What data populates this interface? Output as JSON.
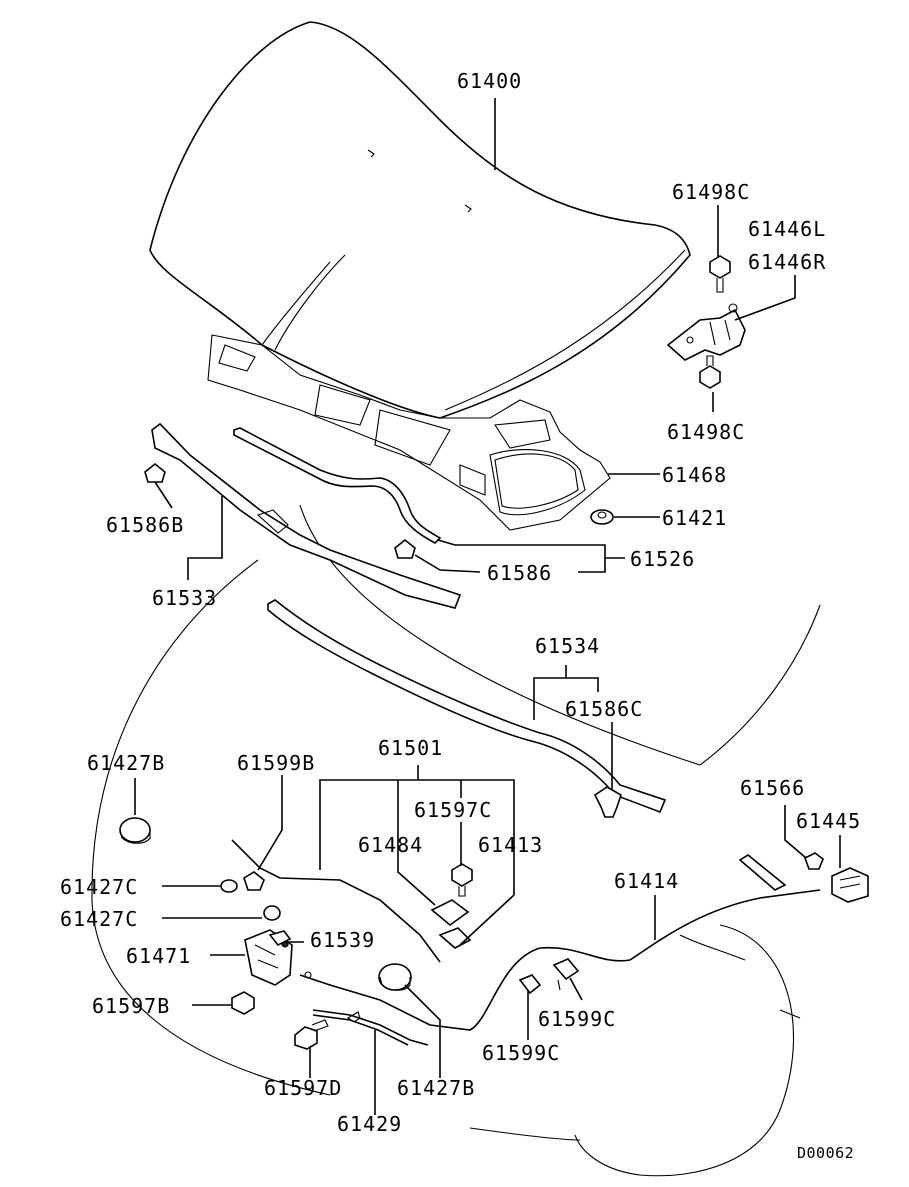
{
  "diagram": {
    "drawing_code": "D00062",
    "callouts": [
      {
        "id": "hood_panel",
        "text": "61400"
      },
      {
        "id": "hinge_bolt_top",
        "text": "61498C"
      },
      {
        "id": "hinge_left",
        "text": "61446L"
      },
      {
        "id": "hinge_right",
        "text": "61446R"
      },
      {
        "id": "hinge_bolt_bottom",
        "text": "61498C"
      },
      {
        "id": "hood_insulator",
        "text": "61468"
      },
      {
        "id": "bumper_rubber",
        "text": "61421"
      },
      {
        "id": "weatherstrip_assy",
        "text": "61526"
      },
      {
        "id": "clip_61586",
        "text": "61586"
      },
      {
        "id": "clip_61586b",
        "text": "61586B"
      },
      {
        "id": "seal_61533",
        "text": "61533"
      },
      {
        "id": "seal_61534",
        "text": "61534"
      },
      {
        "id": "clip_61586c",
        "text": "61586C"
      },
      {
        "id": "cushion_61427b_left",
        "text": "61427B"
      },
      {
        "id": "clip_61599b",
        "text": "61599B"
      },
      {
        "id": "cable_assy_61501",
        "text": "61501"
      },
      {
        "id": "bolt_61597c",
        "text": "61597C"
      },
      {
        "id": "part_61484",
        "text": "61484"
      },
      {
        "id": "part_61413",
        "text": "61413"
      },
      {
        "id": "cushion_61427c_top",
        "text": "61427C"
      },
      {
        "id": "cushion_61427c_bottom",
        "text": "61427C"
      },
      {
        "id": "part_61539",
        "text": "61539"
      },
      {
        "id": "latch_61471",
        "text": "61471"
      },
      {
        "id": "bolt_61597b",
        "text": "61597B"
      },
      {
        "id": "bolt_61597d",
        "text": "61597D"
      },
      {
        "id": "prop_rod_61429",
        "text": "61429"
      },
      {
        "id": "cushion_61427b_right",
        "text": "61427B"
      },
      {
        "id": "clip_61599c_left",
        "text": "61599C"
      },
      {
        "id": "clip_61599c_right",
        "text": "61599C"
      },
      {
        "id": "cable_61414",
        "text": "61414"
      },
      {
        "id": "screw_61566",
        "text": "61566"
      },
      {
        "id": "handle_61445",
        "text": "61445"
      }
    ]
  }
}
